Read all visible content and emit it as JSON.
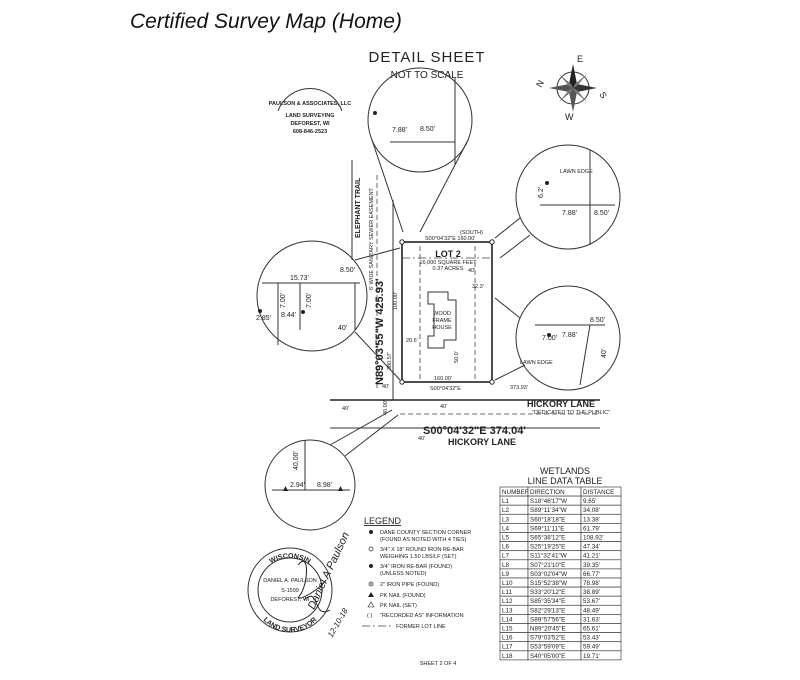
{
  "page": {
    "title": "Certified Survey Map (Home)"
  },
  "sheet": {
    "header": "DETAIL SHEET",
    "subheader": "NOT TO SCALE",
    "footer": "SHEET 2 OF 4",
    "surveyor_block": [
      "PAULSON & ASSOCIATES, LLC",
      "LAND SURVEYING",
      "DEFOREST, WI",
      "608-846-2523"
    ],
    "lot_label": "LOT 2",
    "lot_area": "16,000 SQUARE FEET",
    "lot_acres": "0.37 ACRES",
    "house_label": [
      "WOOD",
      "FRAME",
      "HOUSE"
    ],
    "south_label": "(SOUTH)",
    "road_trail": "ELEPHANT TRAIL",
    "road_hickory_1": "HICKORY LANE",
    "road_hickory_2": "HICKORY LANE",
    "dedicated": "\"DEDICATED TO THE PUBLIC\"",
    "bearing_left": "N89°03'55\"W  425.93'",
    "bearing_bottom": "S00°04'32\"E    374.04'",
    "top_line": "S00°04'32\"E  160.00'",
    "bottom_line": "160.00'",
    "bottom_line2": "S00°04'32\"E",
    "easement_note": "6' WIDE SANITARY SEWER EASEMENT",
    "dims": {
      "top_7_88": "7.88'",
      "top_8_50": "8.50'",
      "right_7_88": "7.88'",
      "right_8_50": "8.50'",
      "right_6_2": "6.2'",
      "lawn_edge": "LAWN EDGE",
      "left_15_73": "15.73'",
      "left_8_50": "8.50'",
      "left_7_00a": "7.00'",
      "left_7_00b": "7.00'",
      "left_8_44": "8.44'",
      "left_2_85": "2.85'",
      "mid_7_00": "7.00'",
      "mid_7_88": "7.88'",
      "mid_8_50": "8.50'",
      "bot_40": "40.00'",
      "bot_2_94": "2.94'",
      "bot_8_98": "8.98'",
      "d_40": "40'",
      "d_32_3": "32.3'",
      "d_20_6": "20.6'",
      "d_50_0": "50.0'",
      "d_373_93": "373.93'",
      "d_100": "100.00'",
      "d_380_57": "380.57'",
      "d_40_00": "40.00'"
    },
    "seal": {
      "ring_top": "WISCONSIN",
      "ring_bottom": "LAND SURVEYOR",
      "name": "DANIEL A. PAULSON",
      "number": "S-1599",
      "city": "DEFOREST, WI",
      "signature": "Daniel A Paulson",
      "date": "12-10-18"
    }
  },
  "legend": {
    "title": "LEGEND",
    "items": [
      {
        "symbol": "section-corner",
        "text": "DANE COUNTY SECTION CORNER",
        "sub": "(FOUND AS NOTED WITH 4 TIES)"
      },
      {
        "symbol": "open-circle",
        "text": "3/4\" X 18\" ROUND IRON RE-BAR",
        "sub": "WEIGHING 1.50 LBS/LF (SET)"
      },
      {
        "symbol": "filled-circle",
        "text": "3/4\" IRON RE-BAR (FOUND)",
        "sub": "(UNLESS NOTED)"
      },
      {
        "symbol": "circle-dot",
        "text": "2\" IRON PIPE (FOUND)",
        "sub": ""
      },
      {
        "symbol": "filled-triangle",
        "text": "PK NAIL (FOUND)",
        "sub": ""
      },
      {
        "symbol": "open-triangle",
        "text": "PK NAIL (SET)",
        "sub": ""
      },
      {
        "symbol": "parens",
        "text": "\"RECORDED AS\" INFORMATION",
        "sub": ""
      },
      {
        "symbol": "dash-dot",
        "text": "FORMER LOT LINE",
        "sub": ""
      }
    ]
  },
  "wetlands_table": {
    "title_1": "WETLANDS",
    "title_2": "LINE DATA TABLE",
    "headers": [
      "NUMBER",
      "DIRECTION",
      "DISTANCE"
    ],
    "rows": [
      [
        "L1",
        "S18°46'17\"W",
        "9.65'"
      ],
      [
        "L2",
        "S89°11'34\"W",
        "34.08'"
      ],
      [
        "L3",
        "S60°18'18\"E",
        "13.38'"
      ],
      [
        "L4",
        "S69°11'11\"E",
        "61.79'"
      ],
      [
        "L5",
        "S65°38'12\"E",
        "108.92'"
      ],
      [
        "L6",
        "S25°19'25\"E",
        "47.34'"
      ],
      [
        "L7",
        "S11°32'41\"W",
        "41.21'"
      ],
      [
        "L8",
        "S07°21'10\"E",
        "39.35'"
      ],
      [
        "L9",
        "S03°02'04\"W",
        "66.77'"
      ],
      [
        "L10",
        "S15°52'38\"W",
        "78.98'"
      ],
      [
        "L11",
        "S33°20'12\"E",
        "38.89'"
      ],
      [
        "L12",
        "S85°35'34\"E",
        "53.67'"
      ],
      [
        "L13",
        "S82°29'13\"E",
        "48.49'"
      ],
      [
        "L14",
        "S89°57'56\"E",
        "31.63'"
      ],
      [
        "L15",
        "N89°20'45\"E",
        "65.61'"
      ],
      [
        "L16",
        "S79°03'52\"E",
        "53.43'"
      ],
      [
        "L17",
        "S53°59'09\"E",
        "59.49'"
      ],
      [
        "L18",
        "S40°05'00\"E",
        "19.71'"
      ]
    ]
  },
  "compass": {
    "n": "N",
    "s": "S",
    "e": "E",
    "w": "W"
  }
}
